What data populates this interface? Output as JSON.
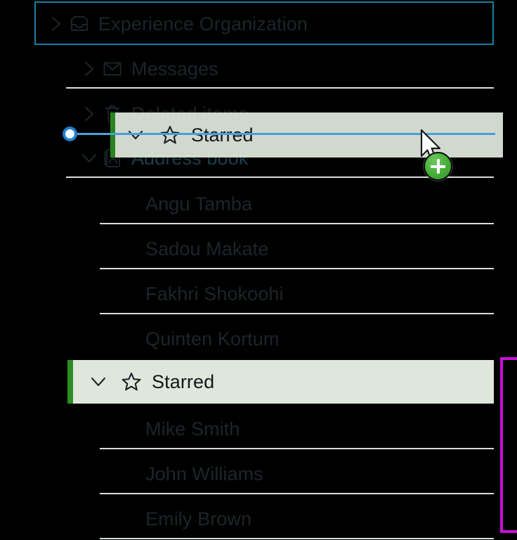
{
  "app": {
    "theme_background": "#000000",
    "accent_focus_color": "#1681a0",
    "accent_green": "#2d8c22",
    "highlight_row_bg": "#dfe7dc",
    "drop_indicator_color": "#4a9fd8",
    "magenta_highlight_color": "#c910d8",
    "text_color": "#1c2528",
    "divider_color": "#d9dedc"
  },
  "tree": {
    "root": {
      "label": "Experience Organization",
      "icon": "inbox-tray-icon",
      "chevron": "chevron-right-icon",
      "expanded": false,
      "focused": true
    },
    "items": [
      {
        "label": "Messages",
        "icon": "envelope-icon",
        "chevron": "chevron-right-icon",
        "expanded": false,
        "indent": 1
      },
      {
        "label": "Deleted items",
        "icon": "trash-icon",
        "chevron": "chevron-right-icon",
        "expanded": false,
        "indent": 1
      },
      {
        "label": "Address book",
        "icon": "contact-card-icon",
        "chevron": "chevron-down-icon",
        "expanded": true,
        "indent": 1
      }
    ],
    "contacts_top": [
      {
        "label": "Angu Tamba"
      },
      {
        "label": "Sadou Makate"
      },
      {
        "label": "Fakhri Shokoohi"
      },
      {
        "label": "Quinten Kortum"
      }
    ],
    "starred_group": {
      "label": "Starred",
      "icon": "star-icon",
      "chevron": "chevron-down-icon",
      "expanded": true,
      "selected": true
    },
    "contacts_starred": [
      {
        "label": "Mike Smith"
      },
      {
        "label": "John Williams"
      },
      {
        "label": "Emily Brown"
      }
    ]
  },
  "drag": {
    "ghost_label": "Starred",
    "ghost_icon": "star-icon",
    "ghost_chevron": "chevron-down-icon",
    "drop_badge_icon": "plus-badge-icon",
    "cursor_icon": "arrow-cursor-icon",
    "drop_handle_icon": "drop-handle-dot-icon"
  }
}
